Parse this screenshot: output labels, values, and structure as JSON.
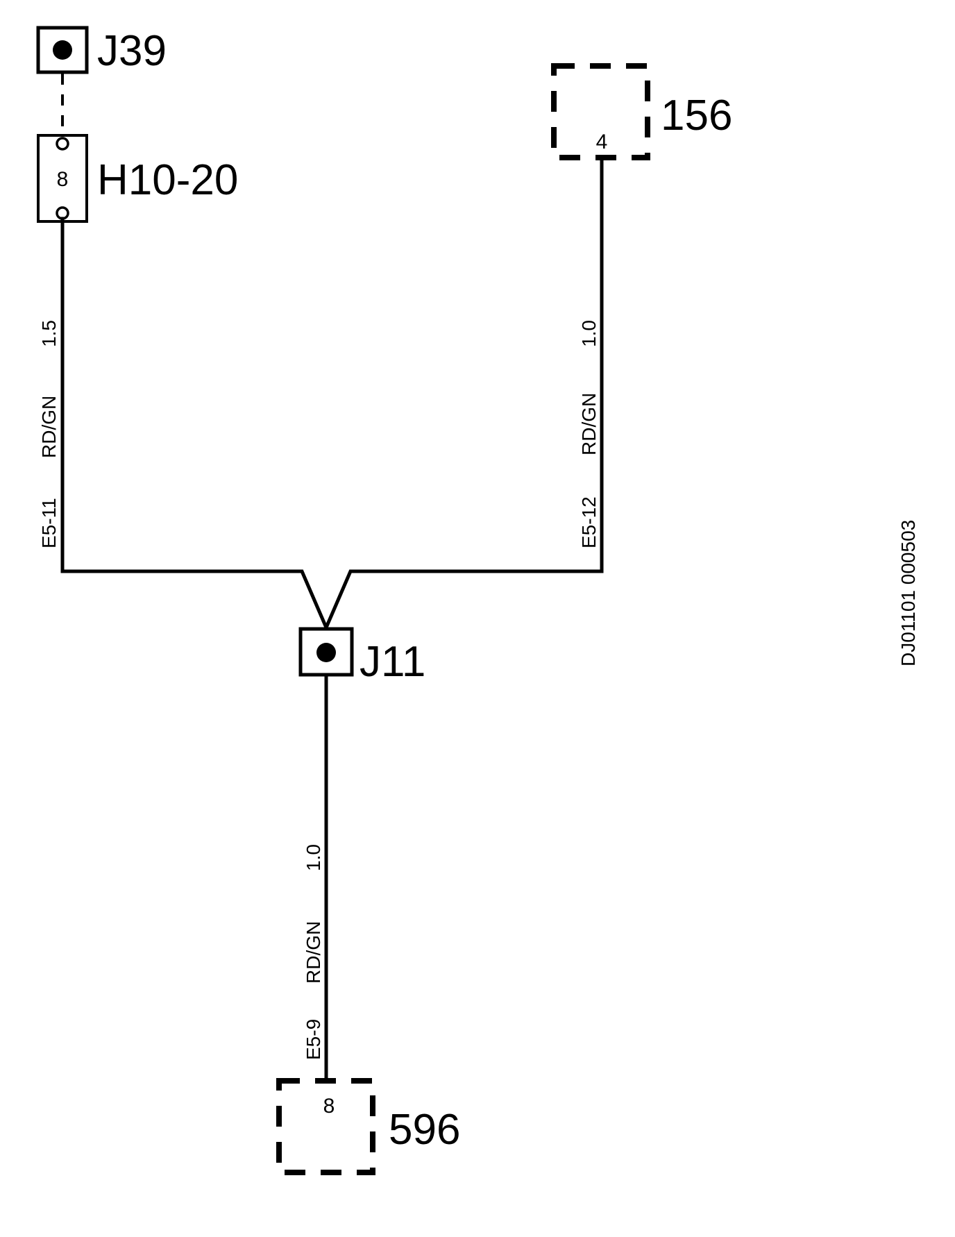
{
  "components": {
    "j39": {
      "label": "J39"
    },
    "h10_20": {
      "label": "H10-20",
      "pin": "8"
    },
    "c156": {
      "label": "156",
      "pin": "4"
    },
    "j11": {
      "label": "J11"
    },
    "c596": {
      "label": "596",
      "pin": "8"
    }
  },
  "wires": {
    "left": {
      "circuit": "E5-11",
      "color": "RD/GN",
      "size": "1.5"
    },
    "right": {
      "circuit": "E5-12",
      "color": "RD/GN",
      "size": "1.0"
    },
    "bottom": {
      "circuit": "E5-9",
      "color": "RD/GN",
      "size": "1.0"
    }
  },
  "reference": {
    "code": "DJ01101 000503"
  }
}
